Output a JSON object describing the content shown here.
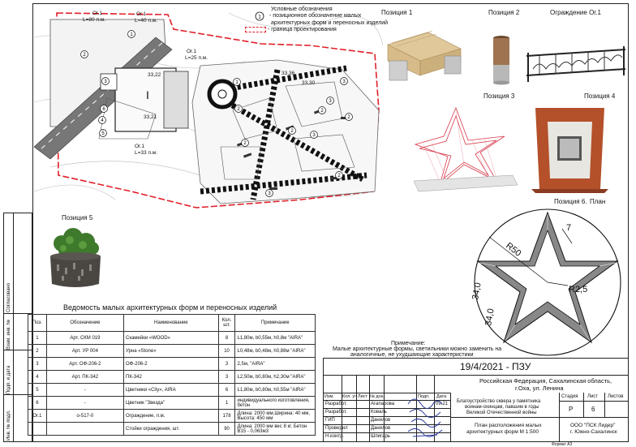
{
  "legend": {
    "title": "Условные обозначения",
    "marker_number": "1",
    "marker_text_1": "- позиционное обозначение малых",
    "marker_text_2": "архитектурных форм и переносных изделий",
    "boundary_text": "- граница проектирования"
  },
  "plan": {
    "labels": [
      {
        "text": "Ог.1"
      },
      {
        "text": "L=80 п.м."
      },
      {
        "text": "Ог.1"
      },
      {
        "text": "L=40 п.м."
      },
      {
        "text": "Ог.1"
      },
      {
        "text": "L=25 п.м."
      },
      {
        "text": "Ог.1"
      },
      {
        "text": "L=33 п.м."
      },
      {
        "text": "33,22"
      },
      {
        "text": "33,21"
      },
      {
        "text": "33,36"
      },
      {
        "text": "33,30"
      },
      {
        "text": "I"
      }
    ],
    "markers": [
      "1",
      "2",
      "3",
      "4",
      "5",
      "6",
      "1",
      "2",
      "2",
      "3",
      "2",
      "2",
      "3",
      "3",
      "2",
      "2",
      "3"
    ]
  },
  "positions": {
    "p1": "Позиция 1",
    "p2": "Позиция 2",
    "fence": "Ограждение Ог.1",
    "p3": "Позиция 3",
    "p4": "Позиция 4",
    "p5": "Позиция 5",
    "p6": "Позиция 6.",
    "p6_plan": "План"
  },
  "star_dims": {
    "r50": "R50",
    "seven": "7",
    "r25": "R2,5",
    "d34a": "34,0",
    "d34b": "34,0"
  },
  "sidebar": {
    "agreed": "Согласовано",
    "swap": "Взам. инв. №",
    "sign_date": "Подп. и дата",
    "inv": "Инв. № подл."
  },
  "spec": {
    "title": "Ведомость малых архитектурных форм и переносных изделий",
    "headers": [
      "Поз.",
      "Обозначение",
      "Наименование",
      "Кол. шт.",
      "Примечание"
    ],
    "rows": [
      [
        "1",
        "Арт. СКМ 019",
        "Скамейки «WOOD»",
        "8",
        "L1,80м, b0,55м, h0,8м \"AIRA\""
      ],
      [
        "2",
        "Арт. УР 004",
        "Урна «Stone»",
        "10",
        "L0,48м, b0,48м, h0,88м \"AIRA\""
      ],
      [
        "3",
        "Арт. ОФ-206-2",
        "ОФ-206-2",
        "3",
        "2,5м, \"AIRA\""
      ],
      [
        "4",
        "Арт. ПК-342",
        "ПК-342",
        "3",
        "L2,50м, b0,80м, h2,30м \"AIRA\""
      ],
      [
        "5",
        "-",
        "Цветники «City», AIRA",
        "6",
        "L1,80м, b0,80м, h0,55м \"AIRA\""
      ],
      [
        "6",
        "-",
        "Цветник \"Звезда\"",
        "1",
        "индивидуального изготовления, бетон"
      ],
      [
        "Ог.1",
        "о-517-0",
        "Ограждение, п.м.",
        "178",
        "Длина: 2000 мм,Ширина: 40 мм, Высота: 450 мм"
      ],
      [
        "",
        "",
        "Стойки ограждения, шт.",
        "90",
        "Длина: 2000 мм вес 8 кг. Бетон B15 - 0,063м3"
      ]
    ]
  },
  "note": {
    "title": "Примечание:",
    "line1": "Малые архитектурные формы, светильники можно заменить на",
    "line2": "аналогичные, не ухудшающие характеристики"
  },
  "stamp": {
    "code": "19/4/2021 - ПЗУ",
    "address1": "Российская Федерация, Сахалинская область,",
    "address2": "г.Оха, ул. Ленина",
    "cols": [
      "Изм.",
      "Кол. уч",
      "Лист",
      "№ док.",
      "Подп.",
      "Дата"
    ],
    "roles": [
      "Разработ.",
      "Разработ.",
      "ГИП",
      "Проверил",
      "Н.контр."
    ],
    "names": [
      "Агапарова",
      "Коваль",
      "Данилов",
      "Данилов",
      "Шпигарь"
    ],
    "date": "09.21",
    "project1": "Благоустройство сквера у памятника",
    "project2": "воинам-охинцам, павшим в годы",
    "project3": "Великой Отечественной войны",
    "stage_h": "Стадия",
    "sheet_h": "Лист",
    "sheets_h": "Листов",
    "stage": "Р",
    "sheet": "6",
    "sheets": "",
    "sheet_title1": "План расположения малых",
    "sheet_title2": "архитектурных форм М 1:500",
    "org1": "ООО \"ПСК Лидер\"",
    "org2": "г. Южно-Сахалинск",
    "format": "Формат А3"
  },
  "colors": {
    "boundary": "#e0202a",
    "frame_red": "#d23",
    "rust": "#b4502a",
    "green": "#3f7a2c"
  }
}
